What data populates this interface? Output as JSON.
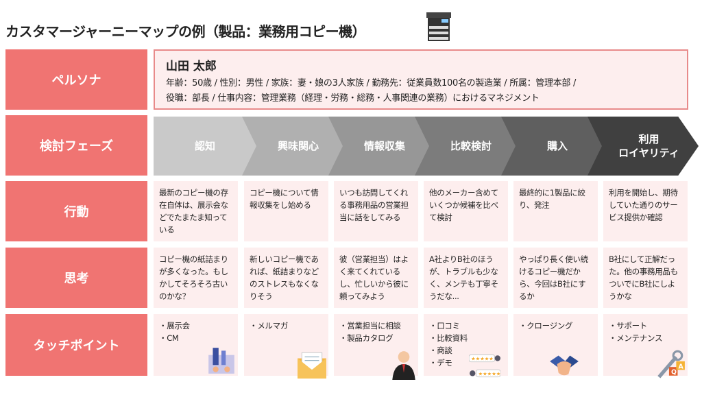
{
  "title": "カスタマージャーニーマップの例（製品：業務用コピー機）",
  "labels": {
    "persona": "ペルソナ",
    "phase": "検討フェーズ",
    "action": "行動",
    "thought": "思考",
    "touchpoint": "タッチポイント"
  },
  "persona": {
    "name": "山田 太郎",
    "line1": "年齢：50歳 / 性別：男性 / 家族：妻・娘の3人家族 / 勤務先：従業員数100名の製造業 / 所属：管理本部 /",
    "line2": "役職：部長 / 仕事内容：管理業務（経理・労務・総務・人事関連の業務）におけるマネジメント"
  },
  "phases": [
    "認知",
    "興味関心",
    "情報収集",
    "比較検討",
    "購入",
    "利用\nロイヤリティ"
  ],
  "phase_colors": [
    "#c9c9c9",
    "#b0b0b0",
    "#979797",
    "#7c7c7c",
    "#5f5f5f",
    "#404040"
  ],
  "actions": [
    "最新のコピー機の存在自体は、展示会などでたまたま知っている",
    "コピー機について情報収集をし始める",
    "いつも訪問してくれる事務用品の営業担当に話をしてみる",
    "他のメーカー含めていくつか候補を比べて検討",
    "最終的に1製品に絞り、発注",
    "利用を開始し、期待していた通りのサービス提供か確認"
  ],
  "thoughts": [
    "コピー機の紙詰まりが多くなった。もしかしてそろそろ古いのかな？",
    "新しいコピー機であれば、紙詰まりなどのストレスもなくなりそう",
    "彼（営業担当）はよく来てくれているし、忙しいから彼に頼ってみよう",
    "A社よりB社のほうが、トラブルも少なく、メンテも丁寧そうだな...",
    "やっぱり長く使い続けるコピー機だから、今回はB社にするか",
    "B社にして正解だった。他の事務用品もついでにB社にしようかな"
  ],
  "touchpoints": [
    "・展示会\n・CM",
    "・メルマガ",
    "・営業担当に相談\n・製品カタログ",
    "・口コミ\n・比較資料\n・商談\n・デモ",
    "・クロージング",
    "・サポート\n・メンテナンス"
  ],
  "icons": [
    "exhibition-icon",
    "mail-icon",
    "salesperson-icon",
    "review-icon",
    "handshake-icon",
    "support-tools-icon"
  ],
  "qa_badge": {
    "q": "Q",
    "a": "A"
  }
}
